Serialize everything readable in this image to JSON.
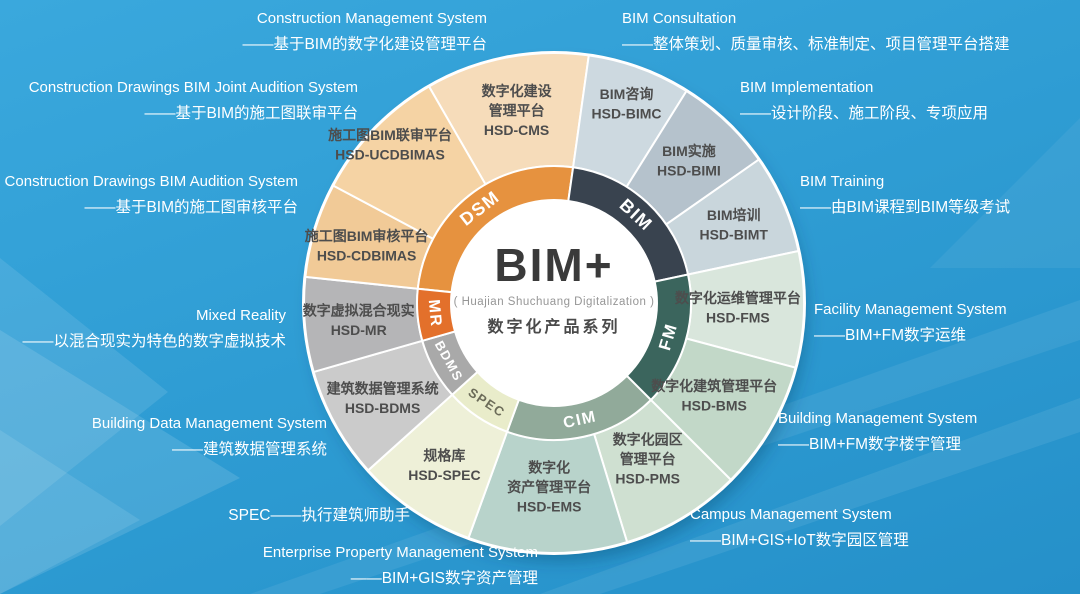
{
  "center": {
    "title": "BIM+",
    "subtitle_en": "( Huajian Shuchuang Digitalization )",
    "subtitle_zh": "数字化产品系列"
  },
  "chart_data": {
    "type": "pie",
    "title": "BIM+ 数字化产品系列 (Huajian Shuchuang Digitalization product wheel)",
    "legend_position": "none",
    "rings": {
      "outer_radius": 250,
      "mid_radius": 137,
      "inner_radius": 103
    },
    "categories": [
      {
        "name": "DSM",
        "start": 276,
        "end": 368,
        "color": "#e6923f",
        "label_color": "#ffffff",
        "label_size": 18
      },
      {
        "name": "BIM",
        "start": 8,
        "end": 78,
        "color": "#39434f",
        "label_color": "#ffffff",
        "label_size": 18
      },
      {
        "name": "FM",
        "start": 78,
        "end": 135,
        "color": "#3b655d",
        "label_color": "#ffffff",
        "label_size": 17
      },
      {
        "name": "CIM",
        "start": 135,
        "end": 200,
        "color": "#91aa9a",
        "label_color": "#ffffff",
        "label_size": 16
      },
      {
        "name": "SPEC",
        "start": 200,
        "end": 228,
        "color": "#e9ecca",
        "label_color": "#6b6b58",
        "label_size": 13
      },
      {
        "name": "BDMS",
        "start": 228,
        "end": 254,
        "color": "#a9a9a9",
        "label_color": "#ffffff",
        "label_size": 13
      },
      {
        "name": "MR",
        "start": 254,
        "end": 276,
        "color": "#e3702b",
        "label_color": "#ffffff",
        "label_size": 16
      }
    ],
    "wedges": [
      {
        "code": "HSD-CMS",
        "lines": [
          "数字化建设",
          "管理平台"
        ],
        "start": 330,
        "end": 368,
        "color": "#f6dcba",
        "category": "DSM"
      },
      {
        "code": "HSD-BIMC",
        "lines": [
          "BIM咨询"
        ],
        "start": 8,
        "end": 32,
        "color": "#cdd9e0",
        "category": "BIM",
        "label_r": 212
      },
      {
        "code": "HSD-BIMI",
        "lines": [
          "BIM实施"
        ],
        "start": 32,
        "end": 55,
        "color": "#b5c2cc",
        "category": "BIM"
      },
      {
        "code": "HSD-BIMT",
        "lines": [
          "BIM培训"
        ],
        "start": 55,
        "end": 78,
        "color": "#c9d6dc",
        "category": "BIM"
      },
      {
        "code": "HSD-FMS",
        "lines": [
          "数字化运维管理平台"
        ],
        "start": 78,
        "end": 105,
        "color": "#d9e6dc",
        "category": "FM",
        "label_r": 184
      },
      {
        "code": "HSD-BMS",
        "lines": [
          "数字化建筑管理平台"
        ],
        "start": 105,
        "end": 135,
        "color": "#c2d8c8",
        "category": "FM",
        "label_r": 185
      },
      {
        "code": "HSD-PMS",
        "lines": [
          "数字化园区",
          "管理平台"
        ],
        "start": 135,
        "end": 163,
        "color": "#cfe0d1",
        "category": "CIM",
        "label_r": 182
      },
      {
        "code": "HSD-EMS",
        "lines": [
          "数字化",
          "资产管理平台"
        ],
        "start": 163,
        "end": 200,
        "color": "#b8d3cb",
        "category": "CIM",
        "label_r": 184
      },
      {
        "code": "HSD-SPEC",
        "lines": [
          "规格库"
        ],
        "start": 200,
        "end": 228,
        "color": "#eef0d8",
        "category": "SPEC"
      },
      {
        "code": "HSD-BDMS",
        "lines": [
          "建筑数据管理系统"
        ],
        "start": 228,
        "end": 254,
        "color": "#cbcbcb",
        "category": "BDMS"
      },
      {
        "code": "HSD-MR",
        "lines": [
          "数字虚拟混合现实"
        ],
        "start": 254,
        "end": 276,
        "color": "#b5b5b7",
        "category": "MR"
      },
      {
        "code": "HSD-CDBIMAS",
        "lines": [
          "施工图BIM审核平台"
        ],
        "start": 276,
        "end": 298,
        "color": "#f1ca97",
        "category": "DSM"
      },
      {
        "code": "HSD-UCDBIMAS",
        "lines": [
          "施工图BIM联审平台"
        ],
        "start": 298,
        "end": 330,
        "color": "#f5d3a4",
        "category": "DSM",
        "label_r": 228
      }
    ]
  },
  "callouts": {
    "left": [
      {
        "en": "Construction Management System",
        "zh": "——基于BIM的数字化建设管理平台"
      },
      {
        "en": "Construction Drawings BIM Joint Audition System",
        "zh": "——基于BIM的施工图联审平台"
      },
      {
        "en": "Construction Drawings BIM Audition System",
        "zh": "——基于BIM的施工图审核平台"
      },
      {
        "en": "Mixed Reality",
        "zh": "——以混合现实为特色的数字虚拟技术"
      },
      {
        "en": "Building Data Management System",
        "zh": "——建筑数据管理系统"
      },
      {
        "en": "SPEC——执行建筑师助手",
        "zh": ""
      },
      {
        "en": "Enterprise Property Management System",
        "zh": "——BIM+GIS数字资产管理"
      }
    ],
    "right": [
      {
        "en": "BIM Consultation",
        "zh": "——整体策划、质量审核、标准制定、项目管理平台搭建"
      },
      {
        "en": "BIM Implementation",
        "zh": "——设计阶段、施工阶段、专项应用"
      },
      {
        "en": "BIM Training",
        "zh": "——由BIM课程到BIM等级考试"
      },
      {
        "en": "Facility Management System",
        "zh": "——BIM+FM数字运维"
      },
      {
        "en": "Building Management System",
        "zh": "——BIM+FM数字楼宇管理"
      },
      {
        "en": "Campus Management System",
        "zh": "——BIM+GIS+IoT数字园区管理"
      }
    ]
  }
}
